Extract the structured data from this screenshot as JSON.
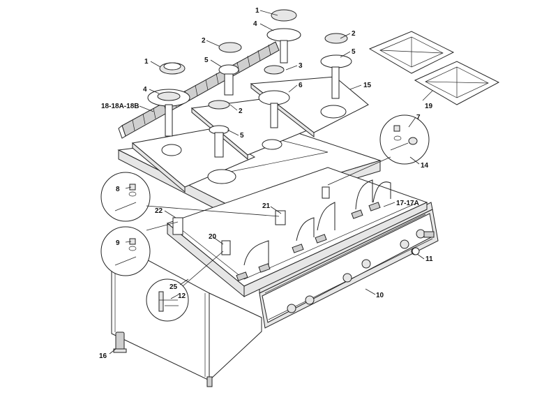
{
  "labels": {
    "l1a": "1",
    "l1b": "1",
    "l2a": "2",
    "l2b": "2",
    "l2c": "2",
    "l3": "3",
    "l4a": "4",
    "l4b": "4",
    "l5a": "5",
    "l5b": "5",
    "l5c": "5",
    "l6": "6",
    "l7": "7",
    "l8": "8",
    "l9": "9",
    "l10": "10",
    "l11": "11",
    "l12": "12",
    "l14": "14",
    "l15": "15",
    "l16": "16",
    "l17": "17-17A",
    "l18": "18-18A-18B",
    "l19": "19",
    "l20": "20",
    "l21": "21",
    "l22": "22",
    "l25": "25"
  }
}
